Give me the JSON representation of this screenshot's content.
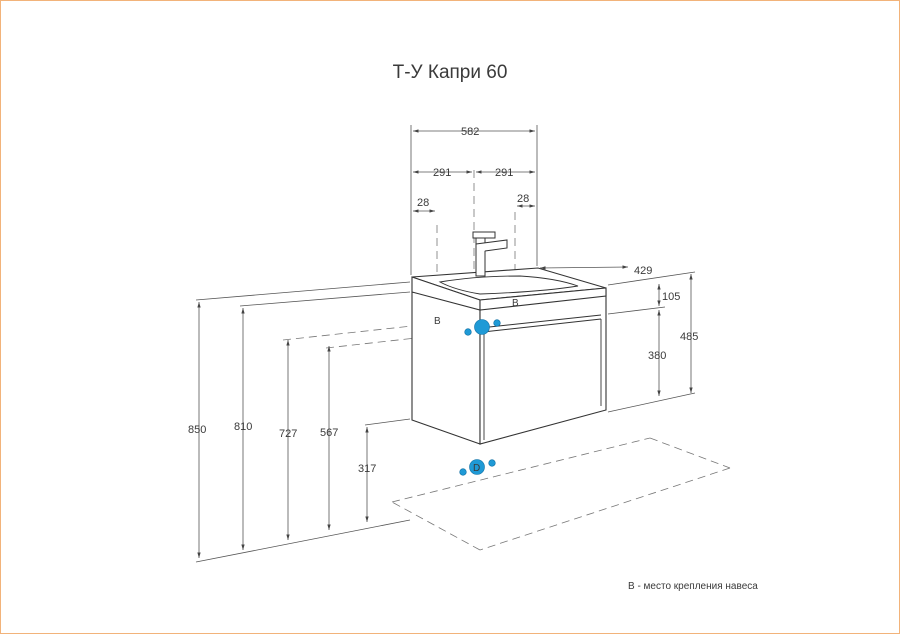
{
  "title": "Т-У Капри 60",
  "note": "В - место крепления навеса",
  "top_dims": {
    "total_width": "582",
    "half_left": "291",
    "half_right": "291",
    "offset_left": "28",
    "offset_right": "28"
  },
  "side_dims": {
    "depth": "429",
    "sink_height": "105",
    "cabinet_height": "380",
    "total_height": "485"
  },
  "floor_dims": {
    "h850": "850",
    "h810": "810",
    "h727": "727",
    "h567": "567",
    "h317": "317"
  },
  "mount_labels": {
    "left": "B",
    "center": "B"
  },
  "drain_label": "D",
  "colors": {
    "frame": "#f2b37a",
    "marker": "#1f9ad6",
    "line": "#333333"
  }
}
